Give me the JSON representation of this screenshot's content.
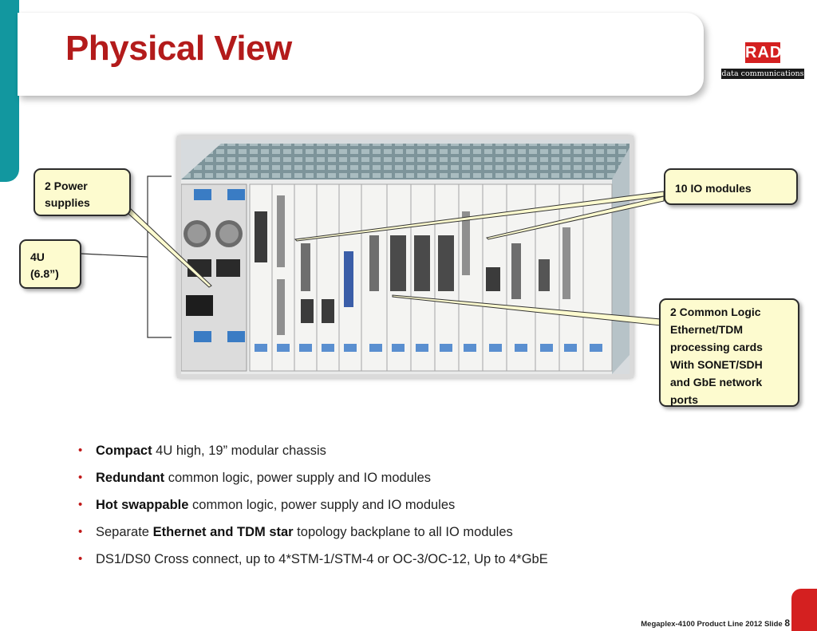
{
  "slide": {
    "title": "Physical View",
    "logo": {
      "brand": "RAD",
      "tagline": "data communications"
    }
  },
  "callouts": {
    "power_line1": "2 Power",
    "power_line2": "supplies",
    "height_line1": "4U",
    "height_line2": "(6.8”)",
    "io": "10 IO modules",
    "logic_lines": [
      "2 Common Logic",
      "Ethernet/TDM",
      "processing cards",
      "With SONET/SDH",
      "and GbE network",
      "ports"
    ]
  },
  "bullets": [
    {
      "bold": "Compact",
      "rest": " 4U high, 19” modular chassis",
      "prefix": ""
    },
    {
      "bold": "Redundant",
      "rest": " common logic, power supply and IO modules",
      "prefix": ""
    },
    {
      "bold": "Hot swappable",
      "rest": " common logic, power supply and IO modules",
      "prefix": ""
    },
    {
      "bold": "Ethernet and TDM star",
      "rest": " topology backplane to all IO modules",
      "prefix": "Separate "
    },
    {
      "bold": "",
      "rest": "DS1/DS0 Cross connect, up to 4*STM-1/STM-4 or OC-3/OC-12, Up to 4*GbE",
      "prefix": ""
    }
  ],
  "footer": {
    "text": "Megaplex-4100 Product Line 2012 Slide",
    "number": "8"
  },
  "colors": {
    "title_red": "#b31b1b",
    "teal": "#12979f",
    "callout_fill": "#fdfbcf",
    "accent_red": "#d42020"
  }
}
